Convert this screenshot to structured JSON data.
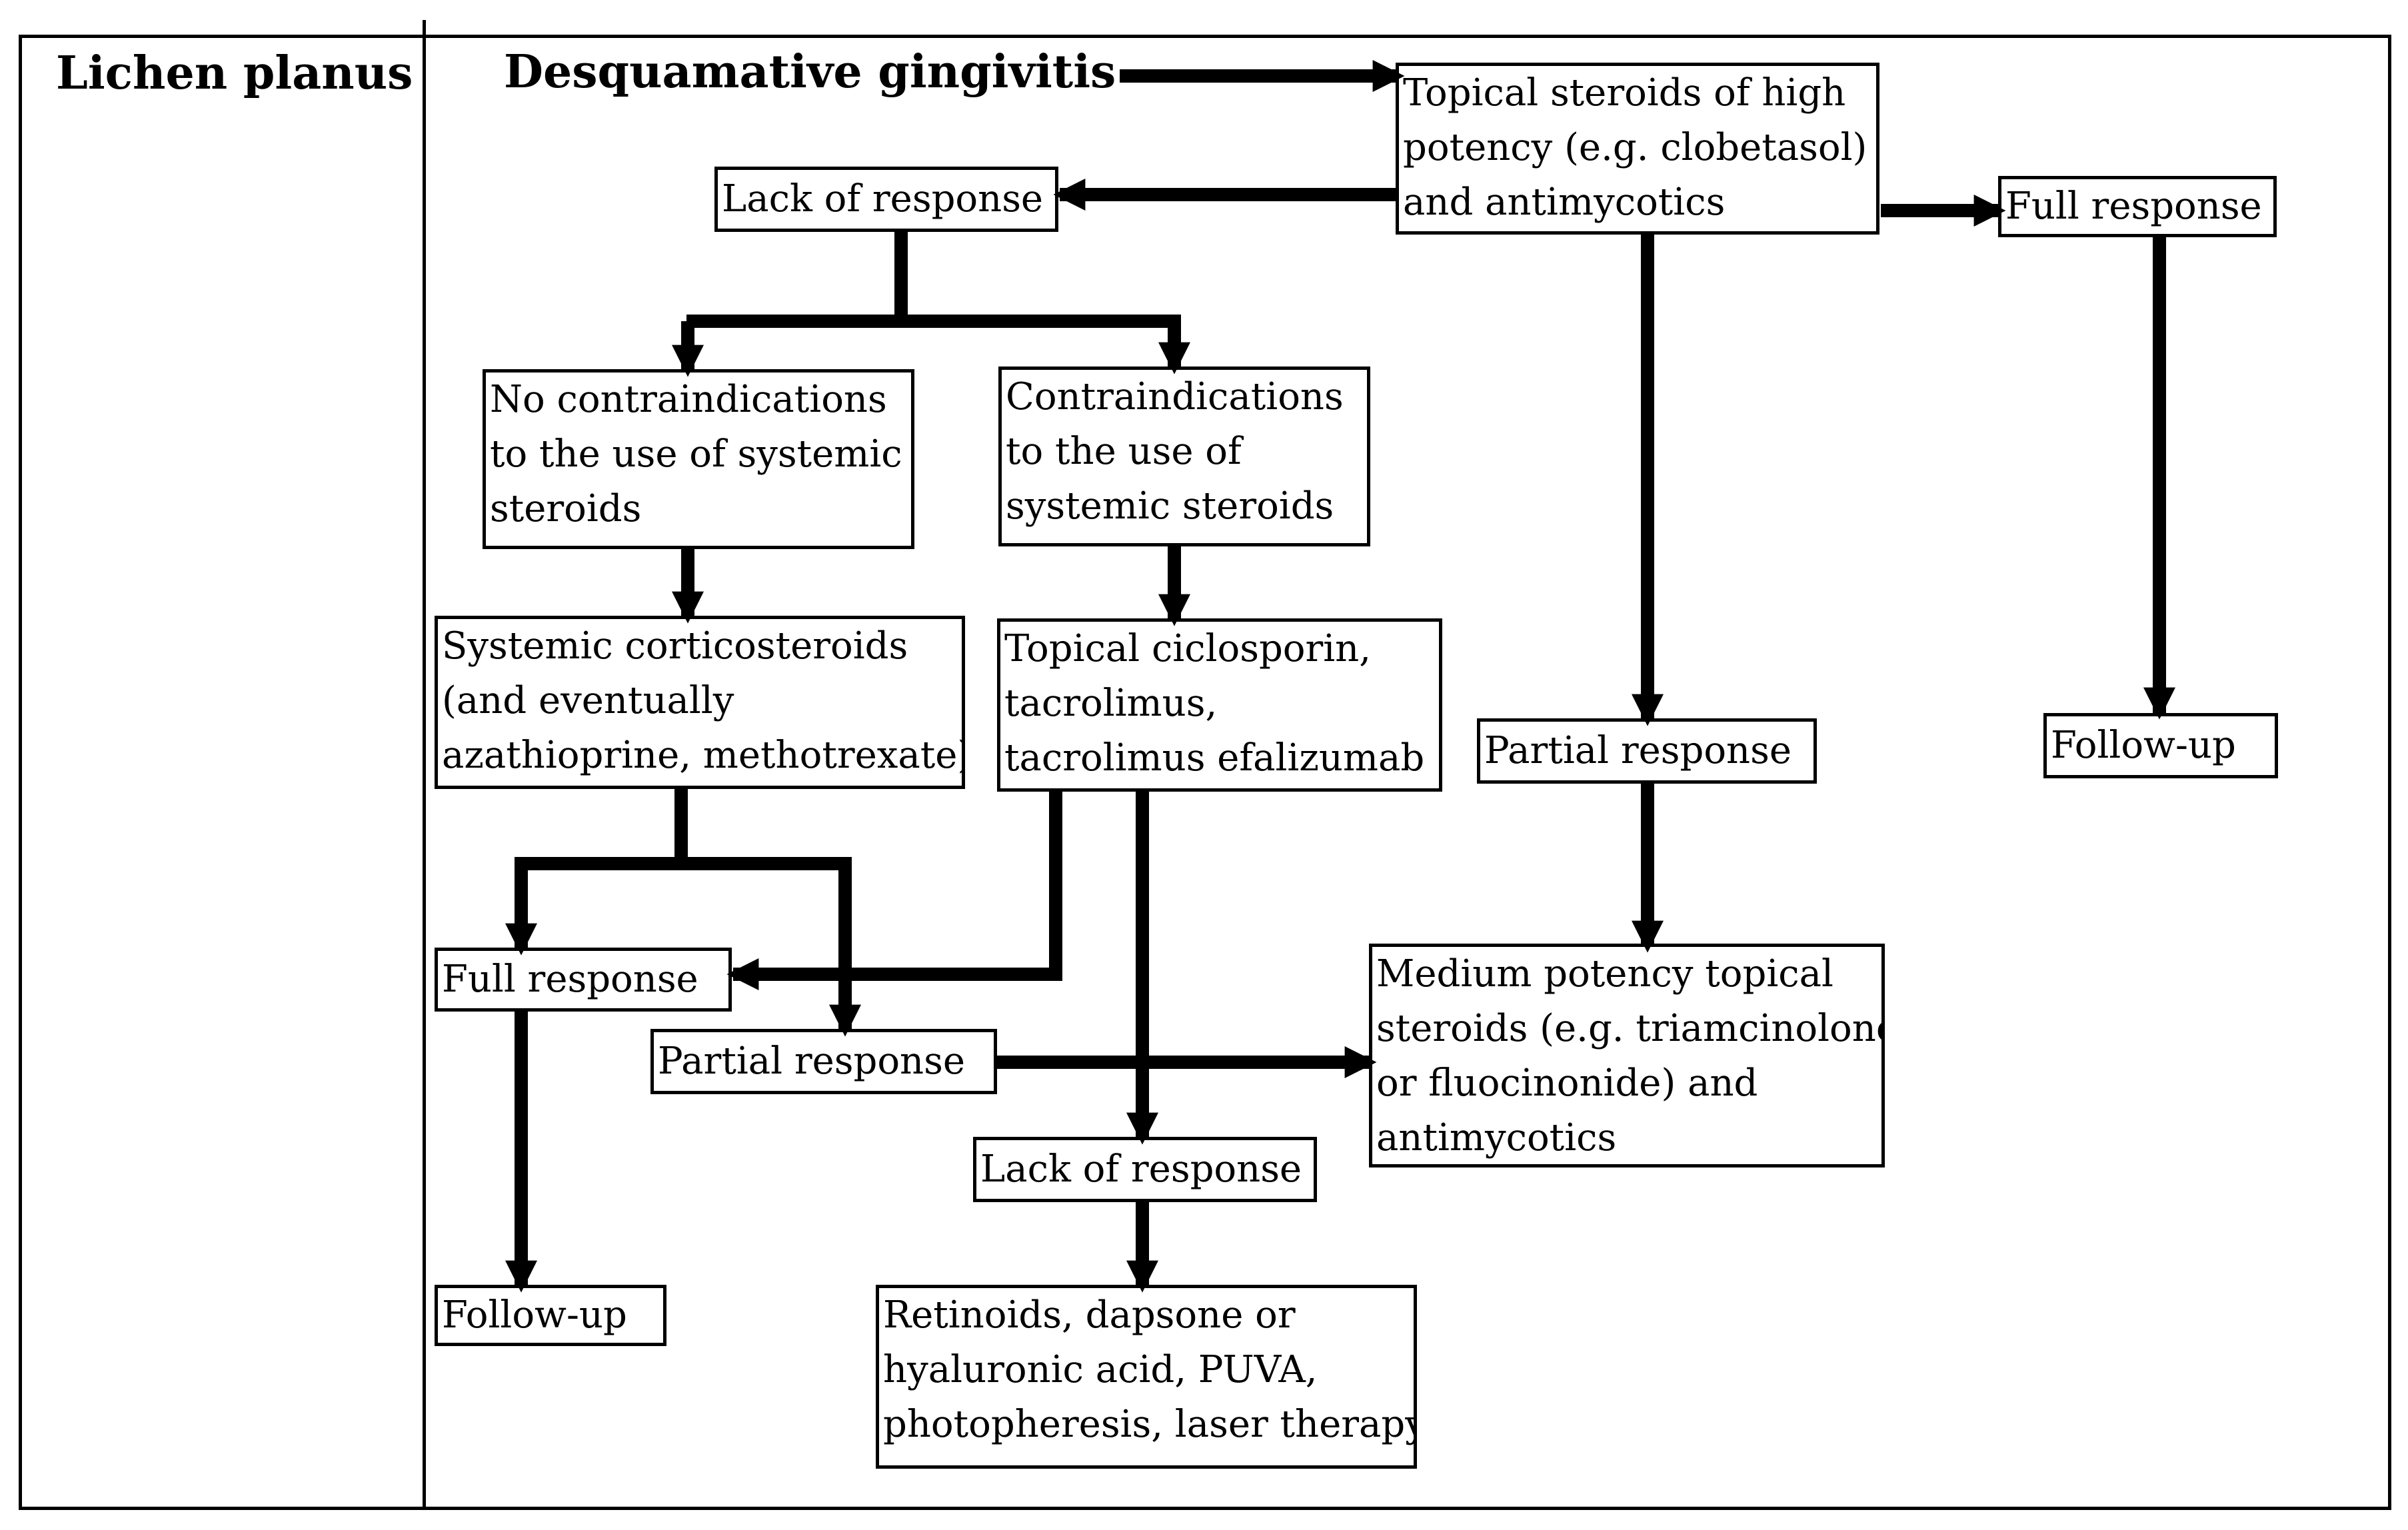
{
  "column_header": "Lichen planus",
  "start_node": "Desquamative gingivitis",
  "nodes": {
    "topical_high": [
      "Topical steroids of high",
      "potency (e.g. clobetasol)",
      "and antimycotics"
    ],
    "lack_response_1": [
      "Lack of response"
    ],
    "full_response_right": [
      "Full response"
    ],
    "no_contra": [
      "No contraindications",
      "to the use of systemic",
      "steroids"
    ],
    "contra": [
      "Contraindications",
      "to the use of",
      "systemic steroids"
    ],
    "systemic_cortico": [
      "Systemic corticosteroids",
      "(and eventually",
      "azathioprine, methotrexate)"
    ],
    "topical_cyclo": [
      "Topical ciclosporin,",
      "tacrolimus,",
      "tacrolimus efalizumab"
    ],
    "partial_response_right": [
      "Partial response"
    ],
    "follow_up_right": [
      "Follow-up"
    ],
    "full_response_left": [
      "Full response"
    ],
    "medium_potency": [
      "Medium potency topical",
      "steroids (e.g. triamcinolone",
      "or fluocinonide) and",
      "antimycotics"
    ],
    "partial_response_left": [
      "Partial response"
    ],
    "lack_response_2": [
      "Lack of response"
    ],
    "follow_up_left": [
      "Follow-up"
    ],
    "retinoids": [
      "Retinoids, dapsone or",
      "hyaluronic acid, PUVA,",
      "photopheresis, laser therapy"
    ]
  }
}
